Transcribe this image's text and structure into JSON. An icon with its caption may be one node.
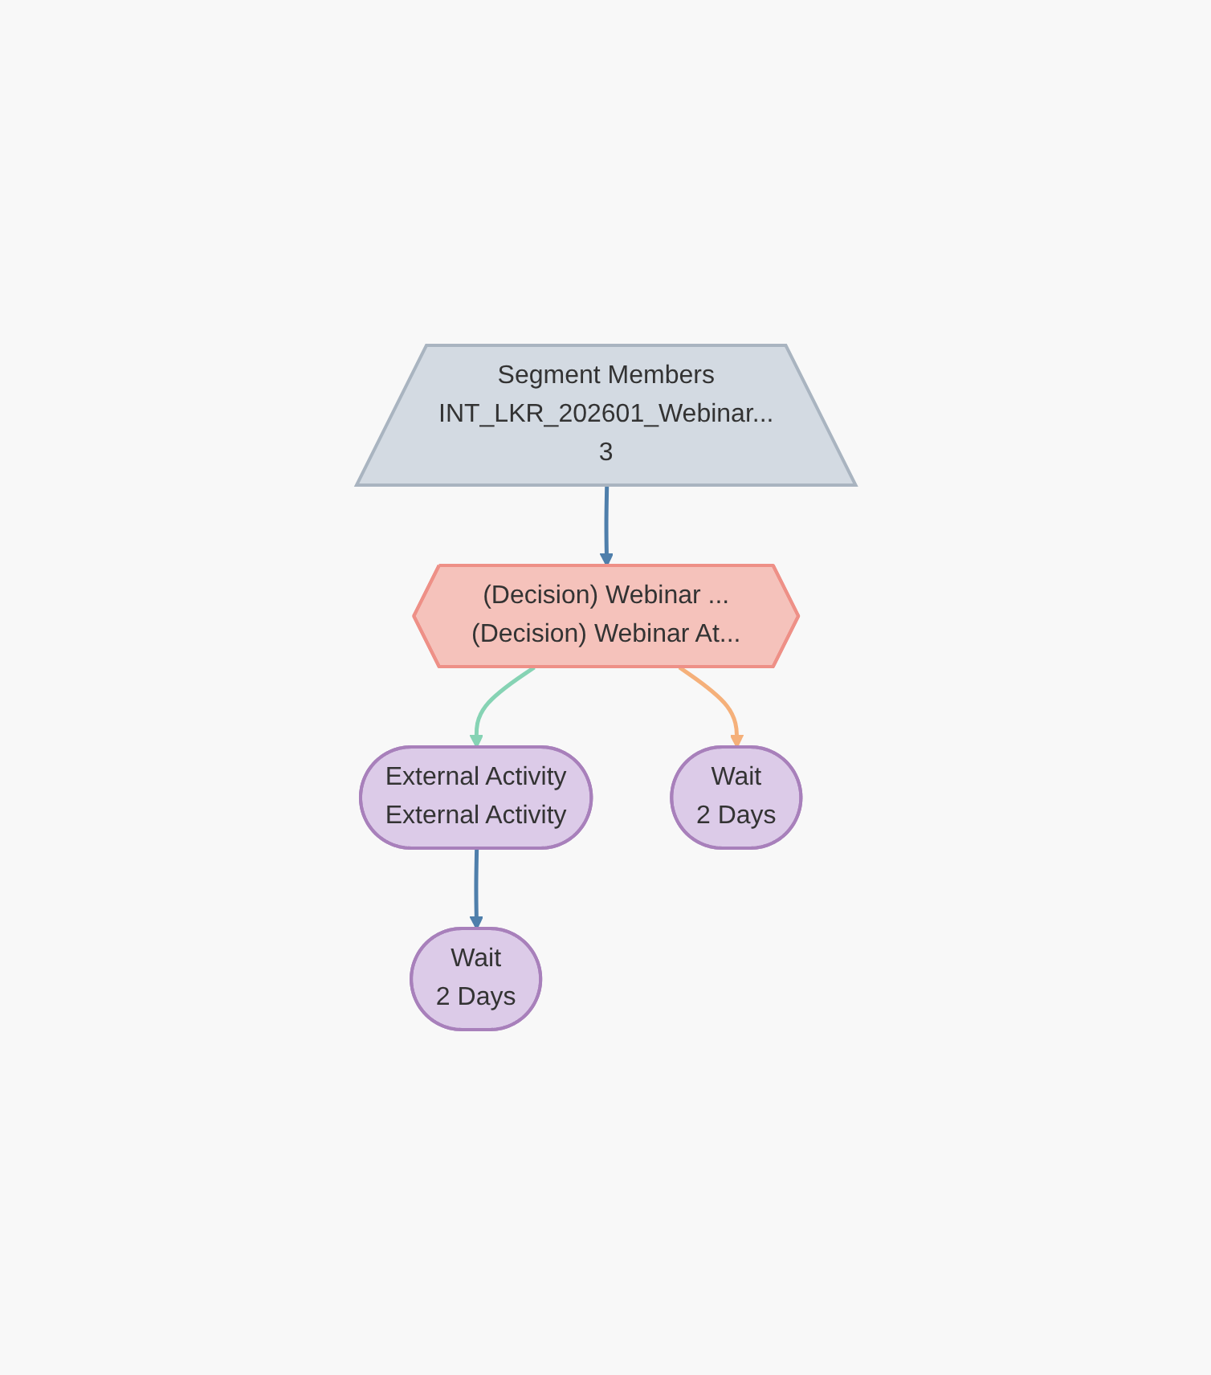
{
  "diagram": {
    "nodes": [
      {
        "text": [
          "Segment Members",
          "INT_LKR_202601_Webinar...",
          "3"
        ]
      },
      {
        "text": [
          "(Decision) Webinar ...",
          "(Decision) Webinar At..."
        ]
      },
      {
        "text": [
          "External Activity",
          "External Activity"
        ]
      },
      {
        "text": [
          "Wait",
          "2 Days"
        ]
      },
      {
        "text": [
          "Wait",
          "2 Days"
        ]
      }
    ],
    "edges": [
      {
        "from": 0,
        "to": 1,
        "arrow": "to"
      },
      {
        "from": 1,
        "to": 3,
        "arrow": "to",
        "color": "#f5b07a"
      },
      {
        "from": 1,
        "to": 2,
        "arrow": "to",
        "color": "#86d3b4"
      },
      {
        "from": 2,
        "to": 4,
        "arrow": "to"
      }
    ]
  }
}
